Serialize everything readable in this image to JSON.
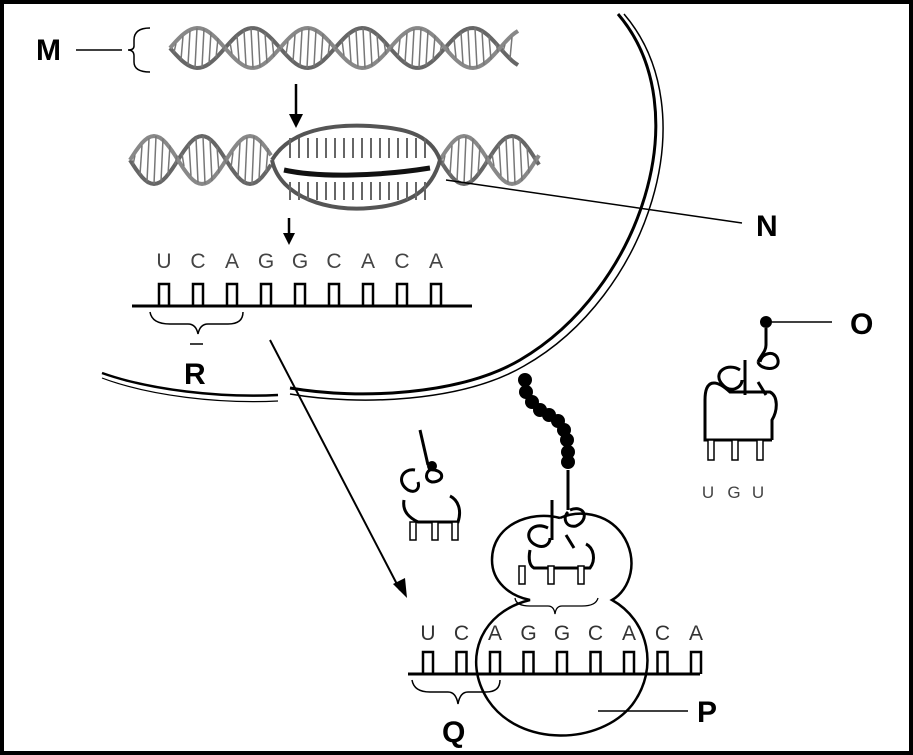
{
  "labels": {
    "M": "M",
    "N": "N",
    "O": "O",
    "P": "P",
    "Q": "Q",
    "R": "R"
  },
  "mrna_top": [
    "U",
    "C",
    "A",
    "G",
    "G",
    "C",
    "A",
    "C",
    "A"
  ],
  "mrna_bottom": [
    "U",
    "C",
    "A",
    "G",
    "G",
    "C",
    "A",
    "C",
    "A"
  ],
  "trna_free_anticodon": [
    "U",
    "G",
    "U"
  ],
  "colors": {
    "ink": "#000000",
    "base_text": "#444444",
    "background": "#ffffff"
  }
}
